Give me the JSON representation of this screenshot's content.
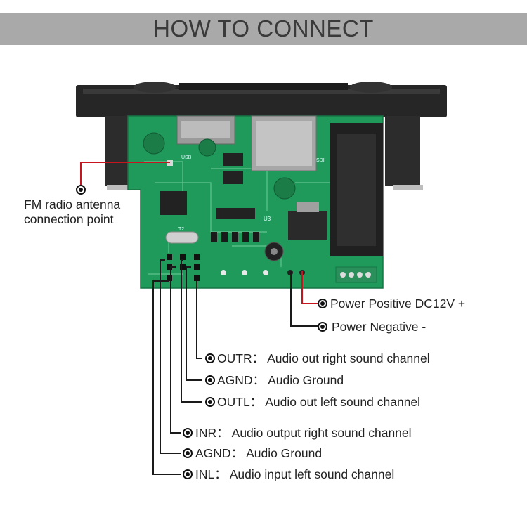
{
  "header": {
    "title": "HOW TO CONNECT"
  },
  "board": {
    "silkscreen": {
      "usb": "USB",
      "sd": "SDI",
      "chip": "U3",
      "crystal": "T2"
    }
  },
  "callouts": {
    "fm_antenna": {
      "line1": "FM radio antenna",
      "line2": "connection point"
    },
    "power_positive": "Power Positive DC12V +",
    "power_negative": "Power Negative -",
    "pins": [
      {
        "key": "OUTR",
        "sep": "：",
        "desc": "Audio out right sound channel"
      },
      {
        "key": "AGND",
        "sep": "：",
        "desc": "Audio Ground"
      },
      {
        "key": "OUTL",
        "sep": "：",
        "desc": "Audio out left sound channel"
      },
      {
        "key": "INR",
        "sep": "：",
        "desc": "Audio output right sound channel"
      },
      {
        "key": "AGND",
        "sep": "：",
        "desc": "Audio Ground"
      },
      {
        "key": "INL",
        "sep": "：",
        "desc": "Audio input left sound channel"
      }
    ]
  },
  "colors": {
    "header_bg": "#a9a9a9",
    "pcb": "#1f9a5a",
    "frame": "#2a2a2a",
    "red_wire": "#c8141e",
    "black_wire": "#1a1a1a"
  },
  "icons": {
    "bullet": "target-ring-icon"
  }
}
